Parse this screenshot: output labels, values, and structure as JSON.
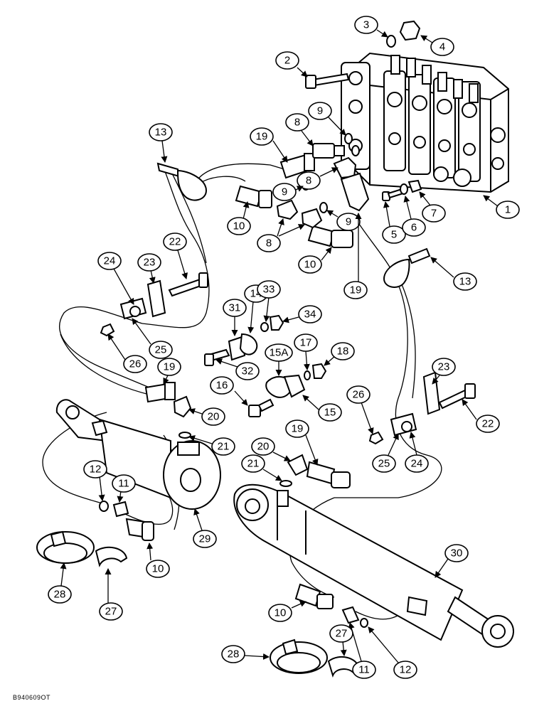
{
  "figure": {
    "reference_code": "B940609OT"
  },
  "callouts": [
    "1",
    "2",
    "3",
    "4",
    "5",
    "6",
    "7",
    "8",
    "8",
    "8",
    "9",
    "9",
    "9",
    "10",
    "10",
    "10",
    "10",
    "11",
    "11",
    "12",
    "12",
    "13",
    "13",
    "14",
    "15",
    "15A",
    "16",
    "17",
    "18",
    "19",
    "19",
    "19",
    "19",
    "20",
    "20",
    "21",
    "21",
    "22",
    "22",
    "23",
    "23",
    "24",
    "24",
    "25",
    "25",
    "26",
    "26",
    "27",
    "27",
    "28",
    "28",
    "29",
    "30",
    "31",
    "32",
    "33",
    "34"
  ]
}
